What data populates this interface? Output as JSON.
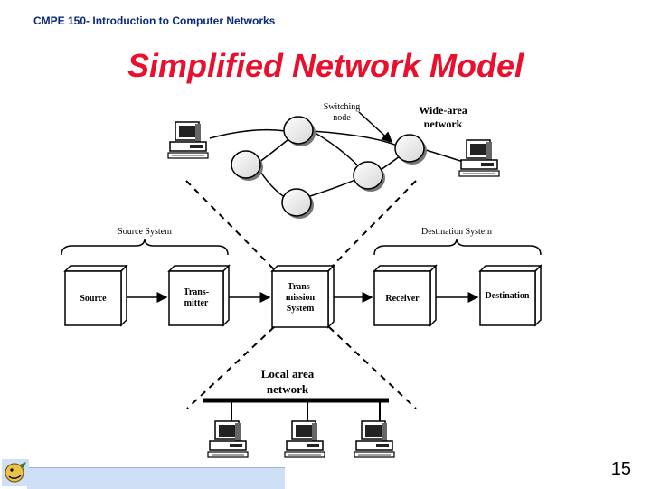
{
  "slide": {
    "title": "Simplified Network Model",
    "page_number": "15",
    "footer_text": "CMPE 150- Introduction to Computer Networks"
  },
  "diagram": {
    "wan_labels": {
      "switching_node_line1": "Switching",
      "switching_node_line2": "node",
      "wide_area_line1": "Wide-area",
      "wide_area_line2": "network"
    },
    "group_labels": {
      "source_system": "Source System",
      "destination_system": "Destination System"
    },
    "boxes": {
      "source": "Source",
      "transmitter_line1": "Trans-",
      "transmitter_line2": "mitter",
      "transmission_line1": "Trans-",
      "transmission_line2": "mission",
      "transmission_line3": "System",
      "receiver": "Receiver",
      "destination": "Destination"
    },
    "lan_labels": {
      "line1": "Local area",
      "line2": "network"
    }
  },
  "colors": {
    "title": "#e8102c",
    "footer_bg": "#cfe0f6",
    "footer_text": "#0b2a7c"
  }
}
